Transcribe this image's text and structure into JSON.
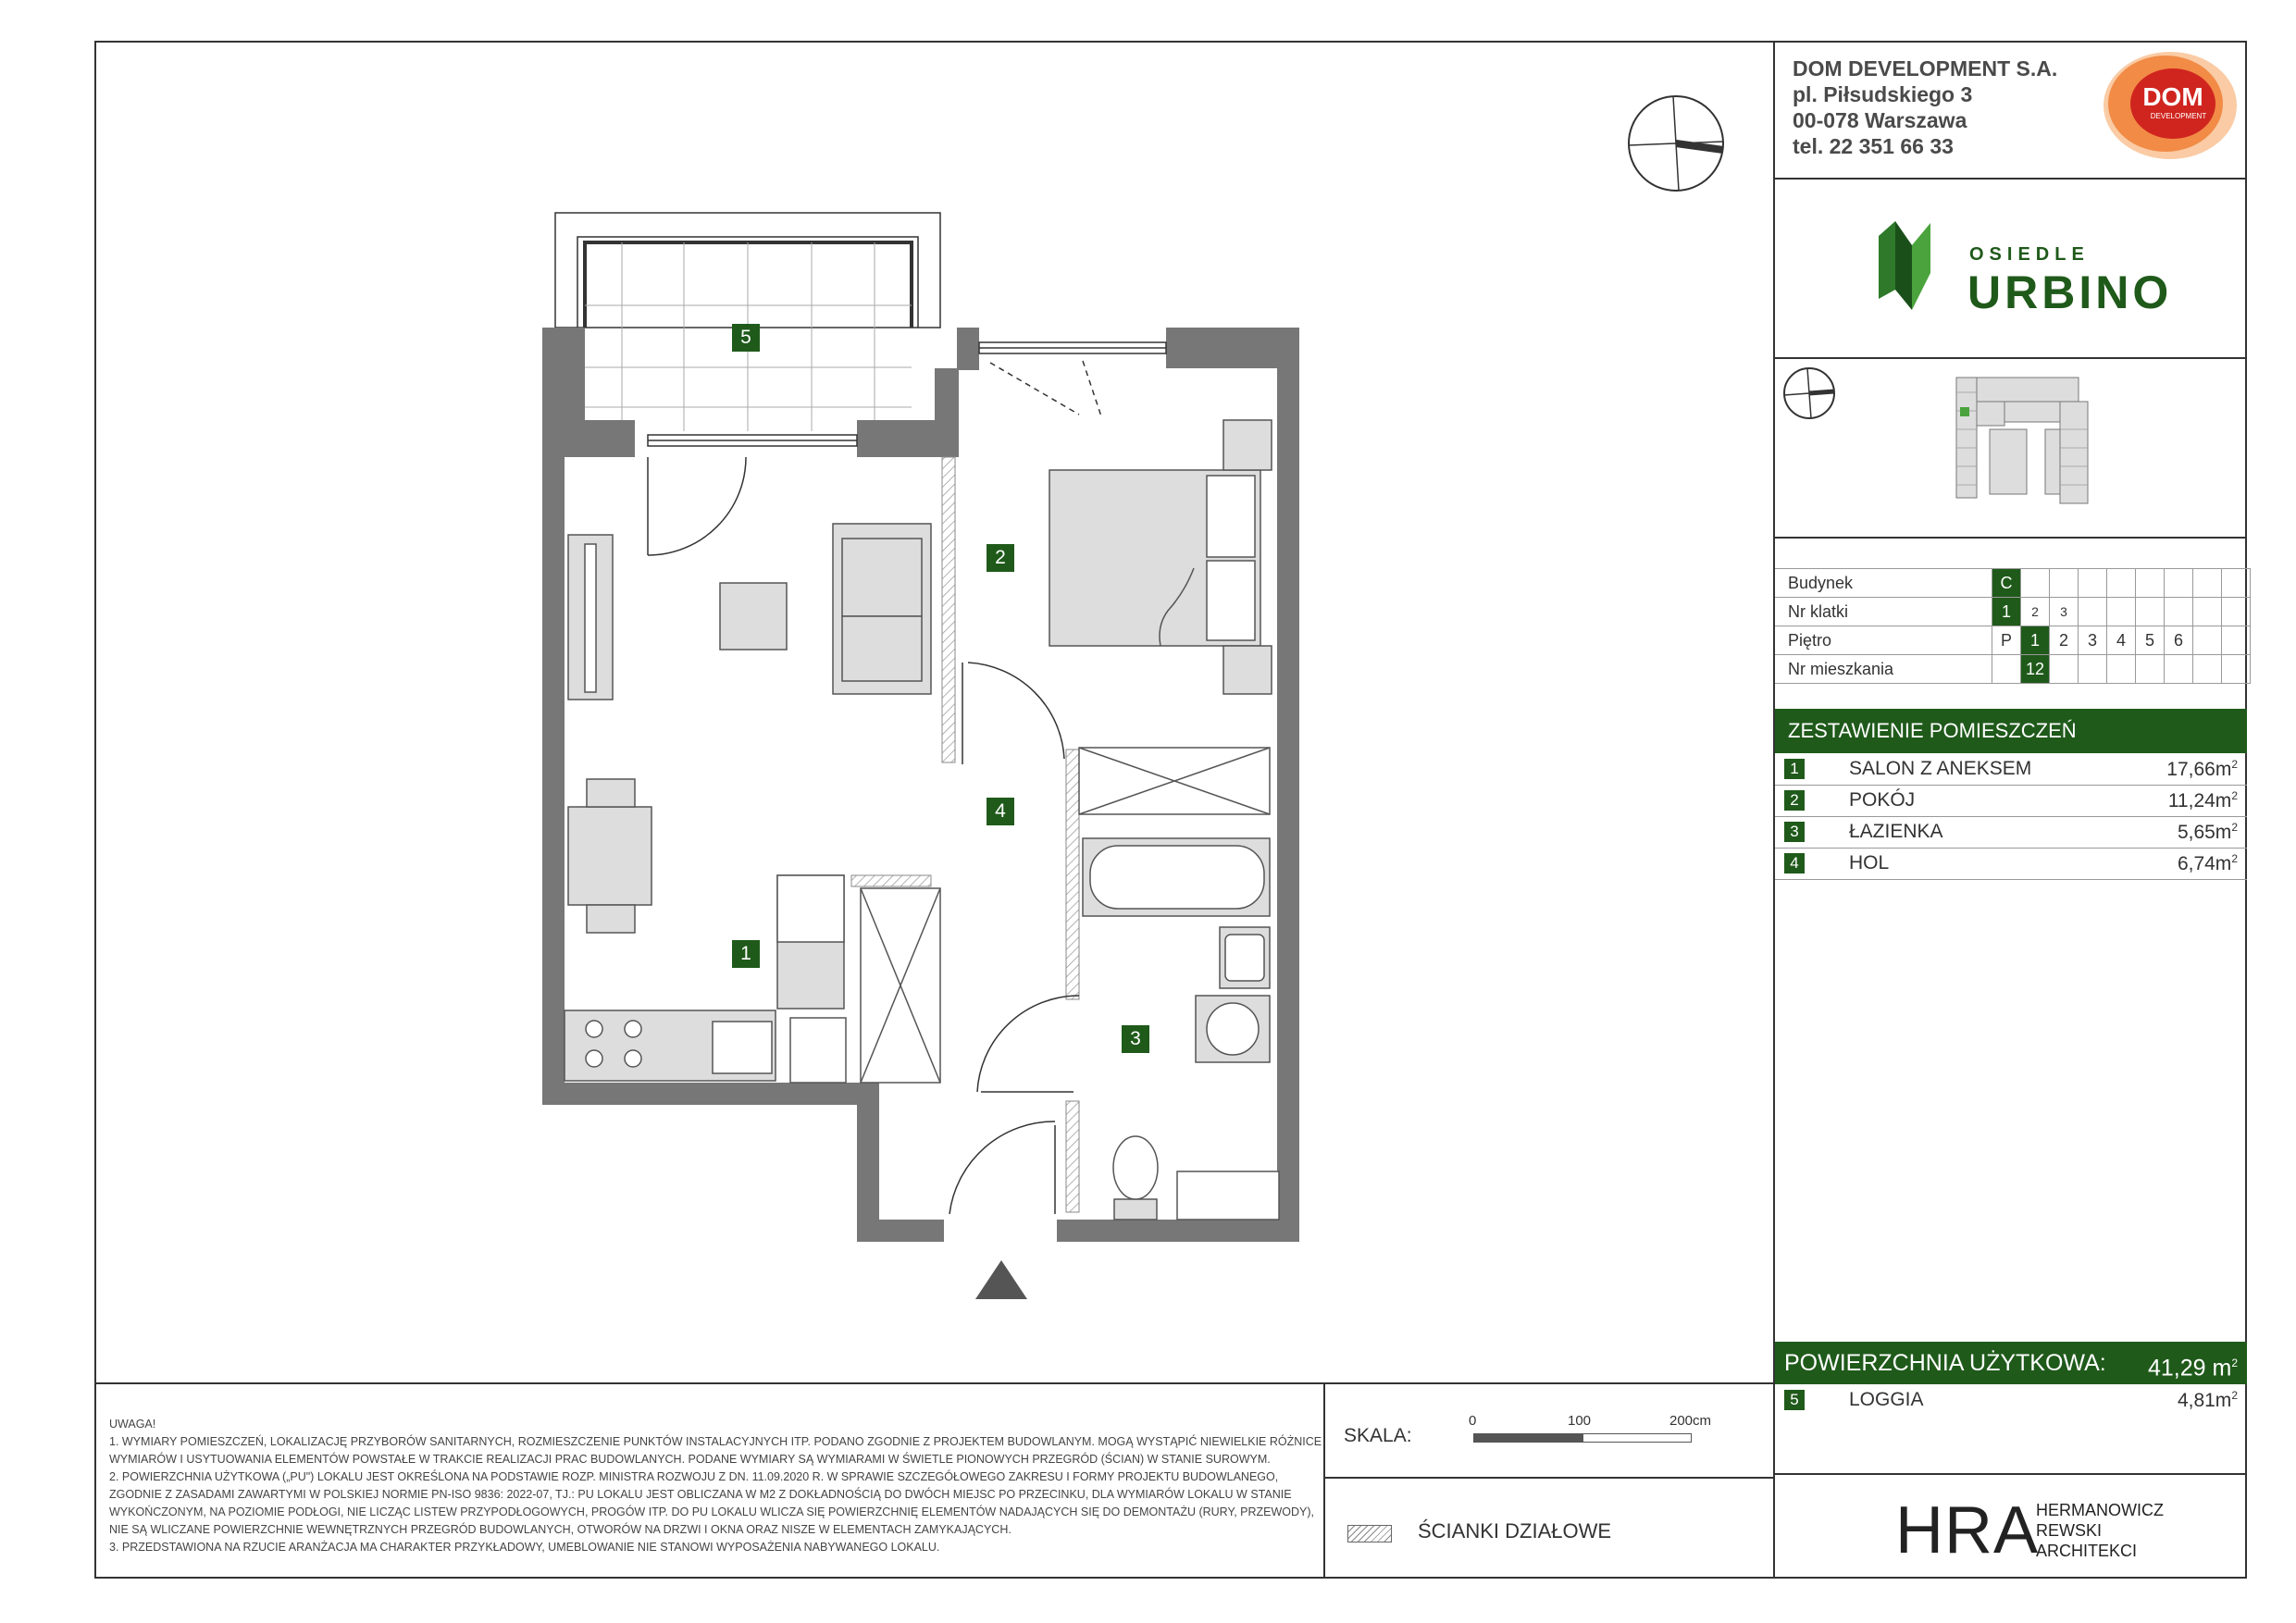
{
  "company": {
    "name": "DOM DEVELOPMENT S.A.",
    "street": "pl. Piłsudskiego 3",
    "city": "00-078 Warszawa",
    "phone": "tel. 22 351 66 33",
    "logo_text": "DOM",
    "logo_subtext": "DEVELOPMENT"
  },
  "project": {
    "prefix": "OSIEDLE",
    "name": "URBINO"
  },
  "location": {
    "building_label": "Budynek",
    "building_value": "C",
    "staircase_label": "Nr klatki",
    "staircases": [
      "1",
      "2",
      "3"
    ],
    "selected_staircase": "1",
    "floor_label": "Piętro",
    "floors": [
      "P",
      "1",
      "2",
      "3",
      "4",
      "5",
      "6"
    ],
    "selected_floor": "1",
    "apartment_label": "Nr mieszkania",
    "apartment_value": "12"
  },
  "rooms": {
    "title": "ZESTAWIENIE POMIESZCZEŃ",
    "items": [
      {
        "num": "1",
        "name": "SALON Z ANEKSEM",
        "area": "17,66m"
      },
      {
        "num": "2",
        "name": "POKÓJ",
        "area": "11,24m"
      },
      {
        "num": "3",
        "name": "ŁAZIENKA",
        "area": "5,65m"
      },
      {
        "num": "4",
        "name": "HOL",
        "area": "6,74m"
      }
    ],
    "area_unit_sup": "2"
  },
  "total": {
    "label": "POWIERZCHNIA UŻYTKOWA:",
    "value": "41,29 m"
  },
  "loggia": {
    "num": "5",
    "name": "LOGGIA",
    "area": "4,81m"
  },
  "plan_tags": [
    "1",
    "2",
    "3",
    "4",
    "5"
  ],
  "notes": {
    "title": "UWAGA!",
    "lines": [
      "1. WYMIARY POMIESZCZEŃ, LOKALIZACJĘ PRZYBORÓW SANITARNYCH, ROZMIESZCZENIE PUNKTÓW INSTALACYJNYCH ITP. PODANO ZGODNIE Z PROJEKTEM BUDOWLANYM. MOGĄ WYSTĄPIĆ NIEWIELKIE RÓŻNICE",
      "WYMIARÓW I USYTUOWANIA ELEMENTÓW POWSTAŁE W TRAKCIE REALIZACJI PRAC BUDOWLANYCH. PODANE WYMIARY SĄ WYMIARAMI W ŚWIETLE PIONOWYCH PRZEGRÓD (ŚCIAN) W STANIE SUROWYM.",
      "2. POWIERZCHNIA UŻYTKOWA („PU\") LOKALU JEST OKREŚLONA NA PODSTAWIE ROZP. MINISTRA ROZWOJU Z DN. 11.09.2020 R. W SPRAWIE SZCZEGÓŁOWEGO ZAKRESU I FORMY PROJEKTU BUDOWLANEGO,",
      "ZGODNIE Z ZASADAMI ZAWARTYMI W POLSKIEJ NORMIE PN-ISO 9836: 2022-07, TJ.: PU LOKALU JEST OBLICZANA W M2 Z DOKŁADNOŚCIĄ DO DWÓCH MIEJSC PO PRZECINKU, DLA WYMIARÓW LOKALU W STANIE",
      "WYKOŃCZONYM, NA POZIOMIE PODŁOGI, NIE LICZĄC LISTEW PRZYPODŁOGOWYCH, PROGÓW ITP. DO PU LOKALU WLICZA SIĘ POWIERZCHNIĘ ELEMENTÓW NADAJĄCYCH SIĘ DO DEMONTAŻU (RURY, PRZEWODY),",
      "NIE SĄ WLICZANE POWIERZCHNIE WEWNĘTRZNYCH PRZEGRÓD BUDOWLANYCH, OTWORÓW NA DRZWI I OKNA ORAZ NISZE W ELEMENTACH ZAMYKAJĄCYCH.",
      "3. PRZEDSTAWIONA NA RZUCIE ARANŻACJA MA CHARAKTER PRZYKŁADOWY, UMEBLOWANIE NIE STANOWI WYPOSAŻENIA NABYWANEGO LOKALU."
    ]
  },
  "scale": {
    "label": "SKALA:",
    "ticks": [
      "0",
      "100",
      "200cm"
    ]
  },
  "legend": {
    "label": "ŚCIANKI DZIAŁOWE"
  },
  "architect": {
    "logo": "HRA",
    "lines": [
      "HERMANOWICZ",
      "REWSKI",
      "ARCHITEKCI"
    ]
  },
  "colors": {
    "accent_green": "#1f5a1a",
    "wall_gray": "#777777",
    "logo_orange": "#e85a1c",
    "logo_red": "#d0251f"
  }
}
